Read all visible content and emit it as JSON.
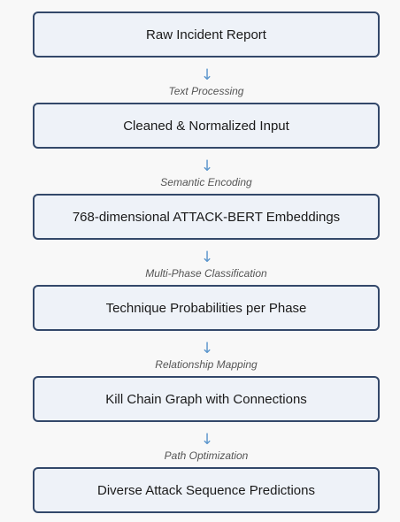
{
  "diagram": {
    "stages": [
      {
        "label": "Raw Incident Report"
      },
      {
        "label": "Cleaned & Normalized Input"
      },
      {
        "label": "768-dimensional ATTACK-BERT Embeddings"
      },
      {
        "label": "Technique Probabilities per Phase"
      },
      {
        "label": "Kill Chain Graph with Connections"
      },
      {
        "label": "Diverse Attack Sequence Predictions"
      }
    ],
    "transitions": [
      {
        "arrow": "↓",
        "label": "Text Processing"
      },
      {
        "arrow": "↓",
        "label": "Semantic Encoding"
      },
      {
        "arrow": "↓",
        "label": "Multi-Phase Classification"
      },
      {
        "arrow": "↓",
        "label": "Relationship Mapping"
      },
      {
        "arrow": "↓",
        "label": "Path Optimization"
      }
    ],
    "colors": {
      "box_fill": "#eef2f8",
      "box_border": "#33486a",
      "arrow": "#5a95cc",
      "background": "#f8f8f8"
    }
  }
}
